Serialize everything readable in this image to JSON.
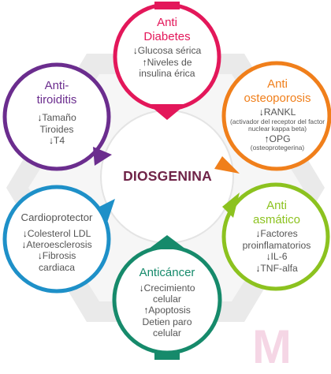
{
  "center": "DIOSGENINA",
  "watermark": "M",
  "nodes": {
    "diabetes": {
      "color": "#e3175a",
      "title": [
        "Anti",
        "Diabetes"
      ],
      "lines": [
        {
          "arrow": "↓",
          "text": "Glucosa sérica"
        },
        {
          "arrow": "↑",
          "text": "Niveles de"
        },
        {
          "arrow": "",
          "text": "insulina érica"
        }
      ]
    },
    "osteoporosis": {
      "color": "#f07f1b",
      "title": [
        "Anti",
        "osteoporosis"
      ],
      "lines": [
        {
          "arrow": "↓",
          "text": "RANKL",
          "small": "(activador del receptor del factor nuclear kappa beta)"
        },
        {
          "arrow": "↑",
          "text": "OPG",
          "small": "(osteoprotegerina)"
        }
      ]
    },
    "asmatico": {
      "color": "#8cc21f",
      "title": [
        "Anti",
        "asmático"
      ],
      "lines": [
        {
          "arrow": "↓",
          "text": "Factores"
        },
        {
          "arrow": "",
          "text": "proinflamatorios"
        },
        {
          "arrow": "↓",
          "text": "IL-6"
        },
        {
          "arrow": "↓",
          "text": "TNF-alfa"
        }
      ]
    },
    "anticancer": {
      "color": "#168a6b",
      "title": [
        "Anticáncer"
      ],
      "lines": [
        {
          "arrow": "↓",
          "text": "Crecimiento"
        },
        {
          "arrow": "",
          "text": "celular"
        },
        {
          "arrow": "↑",
          "text": "Apoptosis"
        },
        {
          "arrow": "",
          "text": "Detien paro"
        },
        {
          "arrow": "",
          "text": "celular"
        }
      ]
    },
    "cardio": {
      "color": "#1e90c8",
      "title": [
        "Cardioprotector"
      ],
      "lines": [
        {
          "arrow": "↓",
          "text": "Colesterol LDL"
        },
        {
          "arrow": "↓",
          "text": "Ateroesclerosis"
        },
        {
          "arrow": "↓",
          "text": "Fibrosis"
        },
        {
          "arrow": "",
          "text": "cardiaca"
        }
      ]
    },
    "tiroiditis": {
      "color": "#6b2d8e",
      "title": [
        "Anti-",
        "tiroiditis"
      ],
      "lines": [
        {
          "arrow": "↓",
          "text": "Tamaño"
        },
        {
          "arrow": "",
          "text": "Tiroides"
        },
        {
          "arrow": "↓",
          "text": "T4"
        }
      ]
    }
  }
}
